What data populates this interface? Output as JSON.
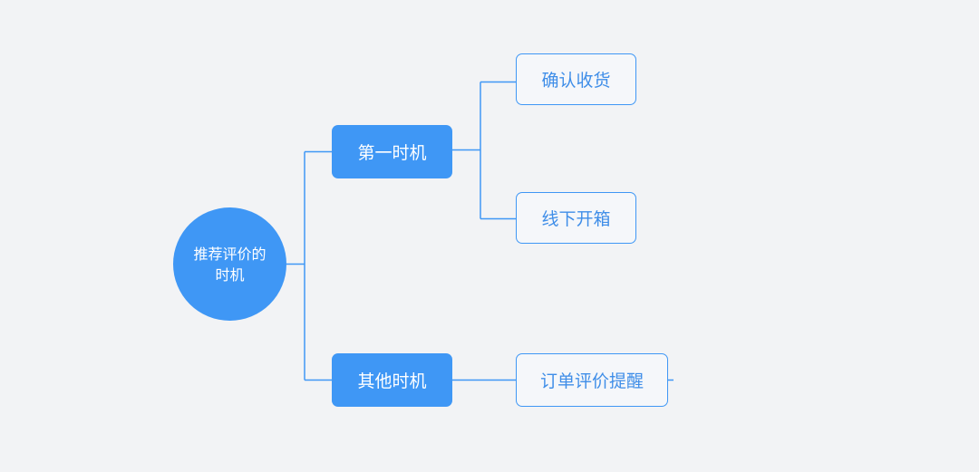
{
  "root": {
    "label": "推荐评价的时机"
  },
  "branches": [
    {
      "label": "第一时机",
      "children": [
        {
          "label": "确认收货"
        },
        {
          "label": "线下开箱"
        }
      ]
    },
    {
      "label": "其他时机",
      "children": [
        {
          "label": "订单评价提醒"
        }
      ]
    }
  ],
  "colors": {
    "background": "#f2f3f5",
    "node_fill": "#3f97f5",
    "leaf_border": "#3f97f5",
    "leaf_text": "#3f8ee8",
    "connector": "#3f97f5"
  }
}
